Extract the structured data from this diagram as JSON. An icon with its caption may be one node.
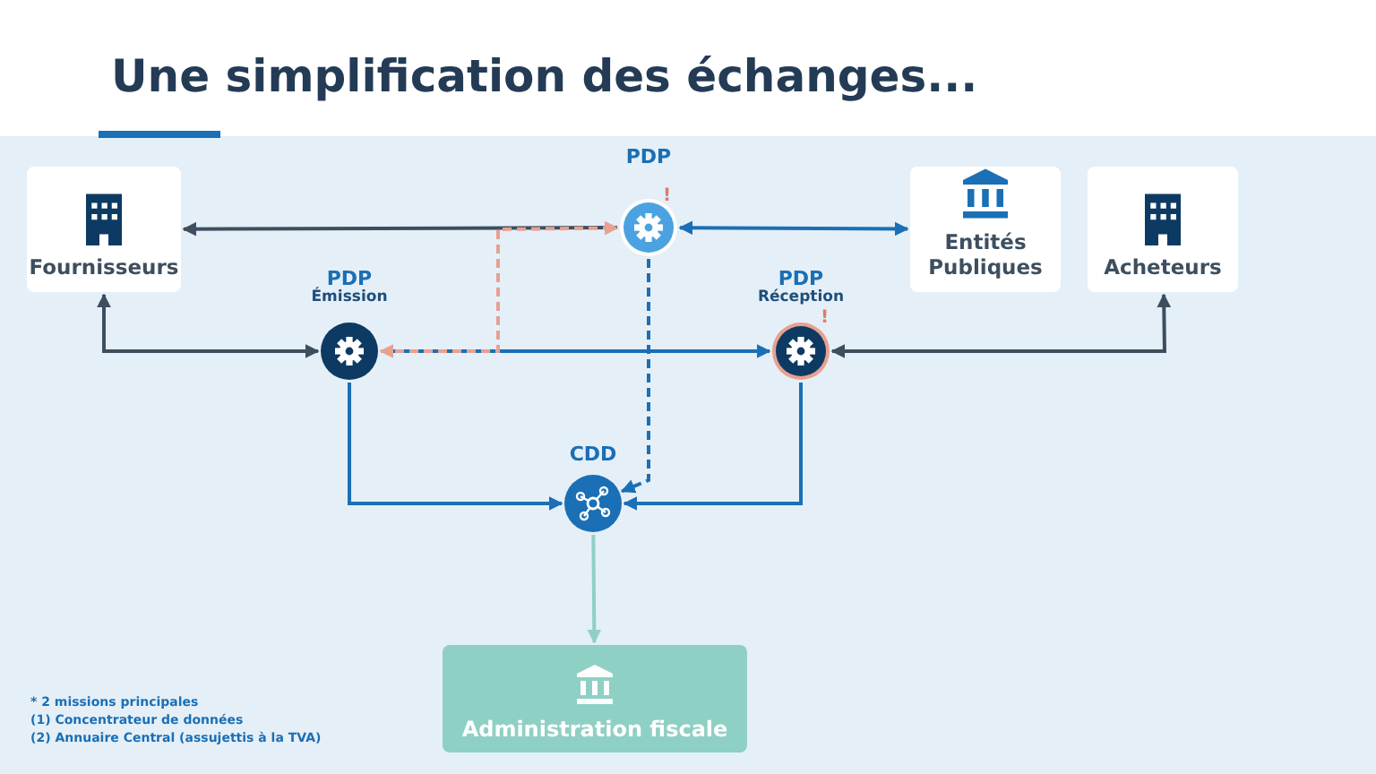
{
  "diagram": {
    "title": "Une simplification des échanges...",
    "nodes": [
      {
        "text": [
          "Fournisseurs"
        ]
      },
      {
        "text": [
          "PDP"
        ],
        "beside": [
          "!"
        ]
      },
      {
        "text": [
          "Entités Publiques"
        ]
      },
      {
        "text": [
          "Acheteurs"
        ]
      },
      {
        "text": [
          "PDP",
          "Émission"
        ]
      },
      {
        "text": [
          "PDP",
          "Réception"
        ],
        "beside": [
          "!"
        ]
      },
      {
        "text": [
          "CDD"
        ]
      },
      {
        "text": [
          "Administration fiscale"
        ]
      }
    ],
    "edges": [
      {
        "from": 1,
        "to": 0,
        "arrow": "to"
      },
      {
        "from": 1,
        "to": 2,
        "arrow": "both",
        "color": "#1a6fb5"
      },
      {
        "from": 0,
        "to": 4,
        "arrow": "both"
      },
      {
        "from": 4,
        "to": 1,
        "arrow": "both",
        "style": "dashed",
        "color": "#e8a090"
      },
      {
        "from": 4,
        "to": 5,
        "arrow": "to",
        "color": "#1a6fb5"
      },
      {
        "from": 3,
        "to": 5,
        "arrow": "both"
      },
      {
        "from": 4,
        "to": 6,
        "arrow": "to",
        "color": "#1a6fb5"
      },
      {
        "from": 5,
        "to": 6,
        "arrow": "to",
        "color": "#1a6fb5"
      },
      {
        "from": 1,
        "to": 6,
        "arrow": "to",
        "style": "dashed",
        "color": "#1a6fb5"
      },
      {
        "from": 6,
        "to": 7,
        "arrow": "to",
        "color": "#8fd0c4"
      }
    ],
    "labels": [
      "* 2 missions principales",
      "(1) Concentrateur de données",
      "(2) Annuaire Central (assujettis à la TVA)"
    ]
  }
}
